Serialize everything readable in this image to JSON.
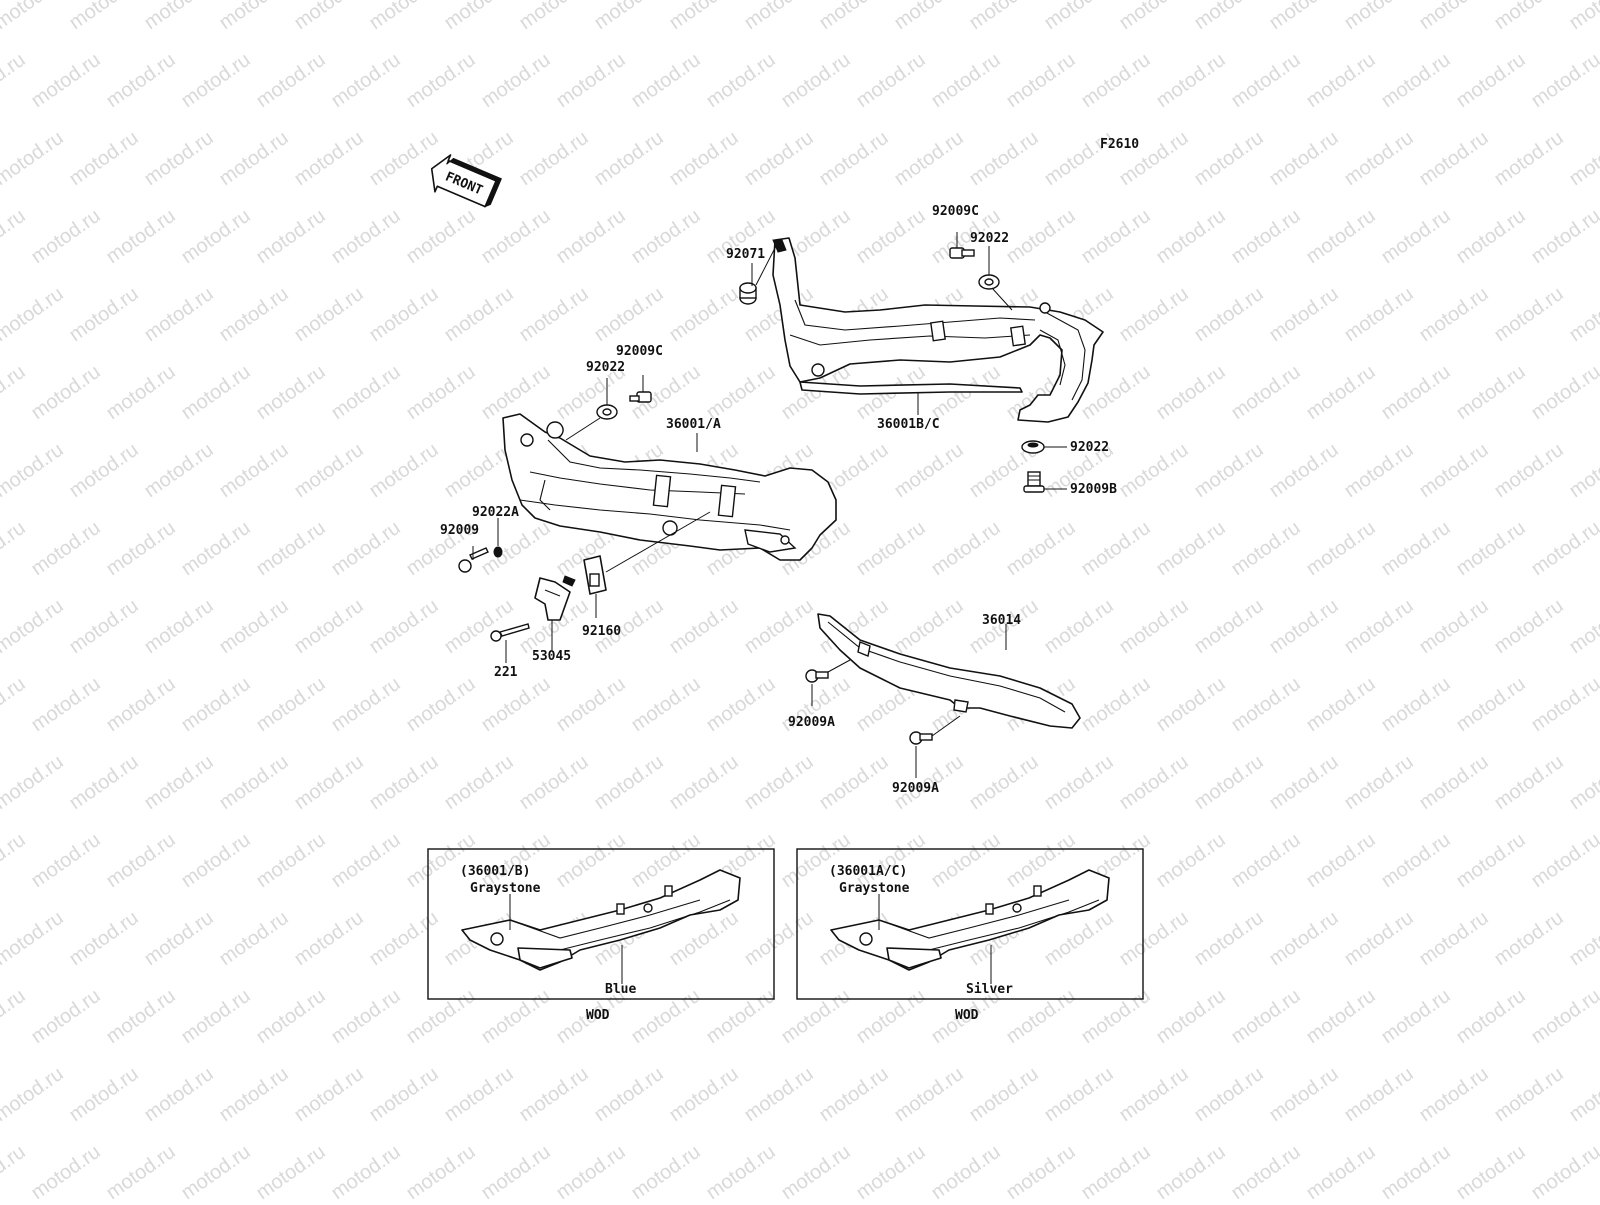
{
  "watermark": "motod.ru",
  "figure_code": "F2610",
  "front_label": "FRONT",
  "parts": {
    "p92009C_top": "92009C",
    "p92022_top": "92022",
    "p92071": "92071",
    "p36001BC": "36001B/C",
    "p92022_right": "92022",
    "p92009B": "92009B",
    "p92009C_left": "92009C",
    "p92022_left": "92022",
    "p36001A": "36001/A",
    "p92022A": "92022A",
    "p92009": "92009",
    "p92160": "92160",
    "p53045": "53045",
    "p221": "221",
    "p36014": "36014",
    "p92009A_1": "92009A",
    "p92009A_2": "92009A"
  },
  "insets": [
    {
      "code": "(36001/B)",
      "upper_color": "Graystone",
      "lower_color": "Blue",
      "caption": "WOD"
    },
    {
      "code": "(36001A/C)",
      "upper_color": "Graystone",
      "lower_color": "Silver",
      "caption": "WOD"
    }
  ]
}
